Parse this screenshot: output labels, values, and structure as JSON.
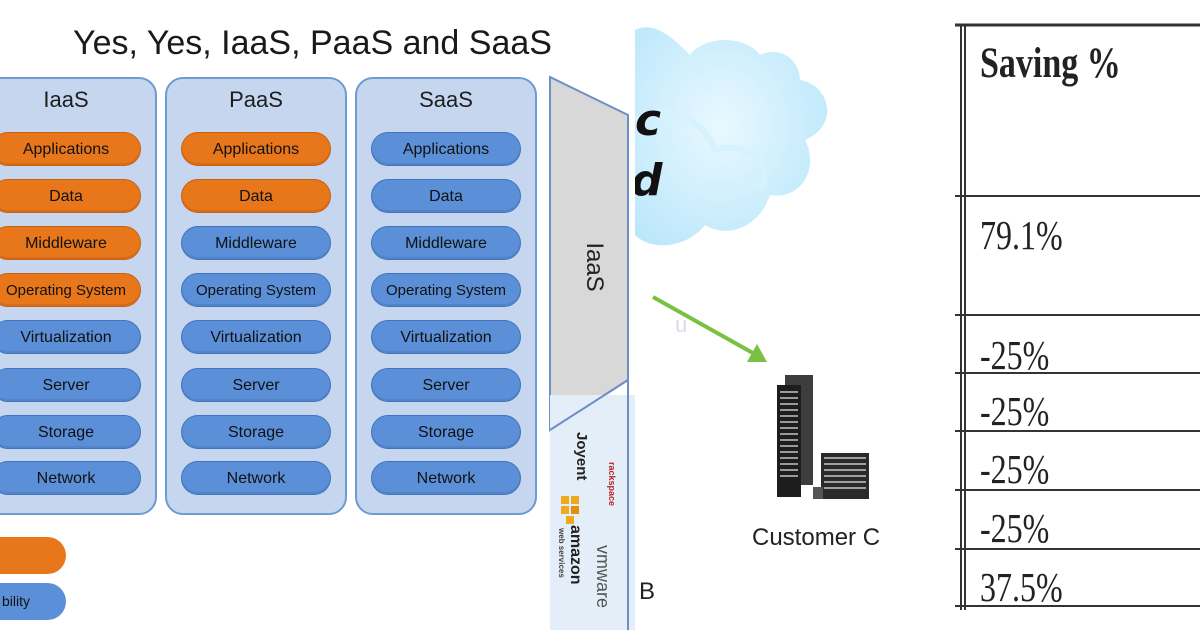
{
  "left": {
    "title": "Yes, Yes, IaaS, PaaS and SaaS",
    "columns": [
      {
        "header": "IaaS",
        "layers": [
          {
            "label": "Applications",
            "color": "#e8761b"
          },
          {
            "label": "Data",
            "color": "#e8761b"
          },
          {
            "label": "Middleware",
            "color": "#e8761b"
          },
          {
            "label": "Operating System",
            "color": "#e8761b"
          },
          {
            "label": "Virtualization",
            "color": "#5b90d8"
          },
          {
            "label": "Server",
            "color": "#5b90d8"
          },
          {
            "label": "Storage",
            "color": "#5b90d8"
          },
          {
            "label": "Network",
            "color": "#5b90d8"
          }
        ]
      },
      {
        "header": "PaaS",
        "layers": [
          {
            "label": "Applications",
            "color": "#e8761b"
          },
          {
            "label": "Data",
            "color": "#e8761b"
          },
          {
            "label": "Middleware",
            "color": "#5b90d8"
          },
          {
            "label": "Operating System",
            "color": "#5b90d8"
          },
          {
            "label": "Virtualization",
            "color": "#5b90d8"
          },
          {
            "label": "Server",
            "color": "#5b90d8"
          },
          {
            "label": "Storage",
            "color": "#5b90d8"
          },
          {
            "label": "Network",
            "color": "#5b90d8"
          }
        ]
      },
      {
        "header": "SaaS",
        "layers": [
          {
            "label": "Applications",
            "color": "#5b90d8"
          },
          {
            "label": "Data",
            "color": "#5b90d8"
          },
          {
            "label": "Middleware",
            "color": "#5b90d8"
          },
          {
            "label": "Operating System",
            "color": "#5b90d8"
          },
          {
            "label": "Virtualization",
            "color": "#5b90d8"
          },
          {
            "label": "Server",
            "color": "#5b90d8"
          },
          {
            "label": "Storage",
            "color": "#5b90d8"
          },
          {
            "label": "Network",
            "color": "#5b90d8"
          }
        ]
      }
    ],
    "legend_fragment": "bility",
    "side_label": "IaaS",
    "logos": [
      "Joyent",
      "rackspace",
      "amazon",
      "web services",
      "vmware"
    ]
  },
  "middle": {
    "cloud_letter_1": "c",
    "cloud_letter_2": "d",
    "customer_label": "Customer C",
    "fragment_label": "B",
    "colors": {
      "cloud": "#cfeefb",
      "arrow": "#7ac142"
    }
  },
  "right": {
    "header": "Saving %",
    "values": [
      "79.1%",
      "-25%",
      "-25%",
      "-25%",
      "-25%",
      "37.5%"
    ]
  }
}
